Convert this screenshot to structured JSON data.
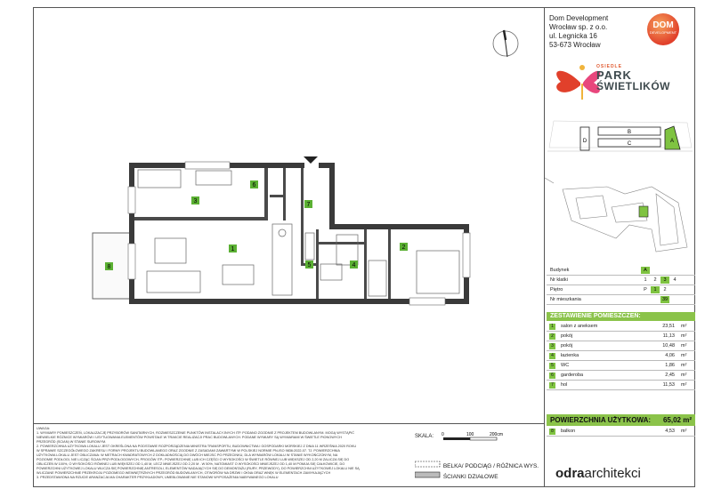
{
  "company": {
    "name": "Dom Development",
    "legal": "Wrocław sp. z o.o.",
    "street": "ul. Legnicka 16",
    "city": "53-673 Wrocław"
  },
  "dom_logo": {
    "text": "DOM",
    "sub": "DEVELOPMENT"
  },
  "park_logo": {
    "line1": "OSIEDLE",
    "line2": "PARK",
    "line3": "ŚWIETLIKÓW"
  },
  "key_plan": {
    "labels": [
      "D",
      "B",
      "C",
      "A"
    ]
  },
  "properties": {
    "building": {
      "label": "Budynek",
      "options": [
        "A"
      ],
      "selected": "A"
    },
    "staircase": {
      "label": "Nr klatki",
      "options": [
        "1",
        "2",
        "3",
        "4"
      ],
      "selected": "3"
    },
    "floor": {
      "label": "Piętro",
      "options": [
        "P",
        "1",
        "2"
      ],
      "selected": "1"
    },
    "apartment": {
      "label": "Nr mieszkania",
      "options": [
        "39"
      ],
      "selected": "39"
    }
  },
  "rooms_title": "ZESTAWIENIE POMIESZCZEŃ:",
  "rooms": [
    {
      "num": "1",
      "name": "salon z aneksem",
      "area": "23,51",
      "unit": "m²"
    },
    {
      "num": "2",
      "name": "pokój",
      "area": "11,13",
      "unit": "m²"
    },
    {
      "num": "3",
      "name": "pokój",
      "area": "10,48",
      "unit": "m²"
    },
    {
      "num": "4",
      "name": "łazienka",
      "area": "4,06",
      "unit": "m²"
    },
    {
      "num": "5",
      "name": "WC",
      "area": "1,86",
      "unit": "m²"
    },
    {
      "num": "6",
      "name": "garderoba",
      "area": "2,45",
      "unit": "m²"
    },
    {
      "num": "7",
      "name": "hol",
      "area": "11,53",
      "unit": "m²"
    }
  ],
  "total": {
    "label": "POWIERZCHNIA UŻYTKOWA:",
    "value": "65,02 m²"
  },
  "balcony": {
    "num": "8",
    "name": "balkon",
    "area": "4,53",
    "unit": "m²"
  },
  "plan_labels": [
    "1",
    "2",
    "3",
    "4",
    "5",
    "6",
    "7",
    "8"
  ],
  "notes": {
    "title": "UWAGA:",
    "lines": [
      "1. WYMIARY POMIESZCZEŃ, LOKALIZACJĘ PRZYBORÓW SANITARNYCH, ROZMIESZCZENIE PUNKTÓW INSTALACYJNYCH ITP. PODANO ZGODNIE Z PROJEKTEM BUDOWLANYM. MOGĄ WYSTĄPIĆ",
      "NIEWIELKIE RÓŻNICE WYMIARÓW I USYTUOWANIA ELEMENTÓW POWSTAŁE W TRAKCIE REALIZACJI PRAC BUDOWLANYCH. PODANE WYMIARY SĄ WYMIARAMI W ŚWIETLE PIONOWYCH",
      "PRZEGRÓD (SCIAN) W STANIE SUROWYM.",
      "2. POWIERZCHNIA UŻYTKOWA LOKALU JEST OKREŚLONA NA PODSTAWIE ROZPORZĄDZENIA MINISTRA TRANSPORTU, BUDOWNICTWA I GOSPODARKI MORSKIEJ Z DNIA 11 WRZEŚNIA 2020 ROKU",
      "W SPRAWIE SZCZEGÓŁOWEGO ZAKRESU I FORMY PROJEKTU BUDOWLANEGO ORAZ ZGODNIE Z ZASADAMI ZAWARTYMI W POLSKIEJ NORMIE PN-ISO 9836:2022-07. TJ. POWIERZCHNIA",
      "UŻYTKOWA LOKALU JEST OBLICZANA: W METRACH KWADRATOWYCH Z DOKŁADNOŚCIĄ DO DWÓCH MIEJSC PO PRZECINKU, DLA WYMIARÓW LOKALU W STANIE WYKOŃCZONYM, NA",
      "POZIOMIE PODŁOGI, NIE LICZĄC ŚCIAN PRZYPODŁOGOWYCH, PROGÓW ITP.; POWIERZCHNIĘ LUB ICH CZĘŚCI O WYSOKOŚCI W ŚWIETLE RÓWNEJ LUB WIĘKSZEJ OD 2,20 M ZALICZA SIĘ DO",
      "OBLICZEŃ W 100%, O WYSOKOŚCI RÓWNEJ LUB WIĘKSZEJ OD 1,40 M, LECZ MNIEJSZEJ OD 2,20 M - W 50%, NATOMIAST O WYSOKOŚCI MNIEJSZEJ OD 1,40 M POMIJA SIĘ CAŁKOWICIE, DO",
      "POWIERZCHNI UŻYTKOWEJ LOKALU WLICZA SIĘ POWIERZCHNIĘ ANTRESOLI, ELEMENTÓW NADAJĄCYCH SIĘ DO DEMONTAŻU (RURY, PRZEWODY), DO POWIERZCHNI UŻYTKOWEJ LOKALU NIE SĄ",
      "WLICZANE POWIERZCHNIE PRZEKROJU POZIOMEGO WEWNĘTRZNYCH PRZEGRÓD BUDOWLANYCH, OTWORÓW NA DRZWI I OKNA ORAZ WNĘK W ELEMENTACH ZAMYKAJĄCYCH",
      "3. PRZEDSTAWIONA NA RZUCIE ARANŻACJA MA CHARAKTER PRZYKŁADOWY, UMEBLOWANIE NIE STANOWI WYPOSAŻENIA NABYWANEGO LOKALU"
    ]
  },
  "scale": {
    "label": "SKALA:",
    "ticks": [
      "0",
      "100",
      "200cm"
    ]
  },
  "legend": {
    "item1": "BELKA/ PODCIĄG / RÓŻNICA WYS.",
    "item2": "ŚCIANKI DZIAŁOWE"
  },
  "architect": {
    "bold": "odra",
    "rest": "architekci"
  },
  "colors": {
    "accent": "#8bc34a",
    "label_green": "#5bb033",
    "wall": "#3a3a3a",
    "logo_orange": "#e1402b"
  }
}
